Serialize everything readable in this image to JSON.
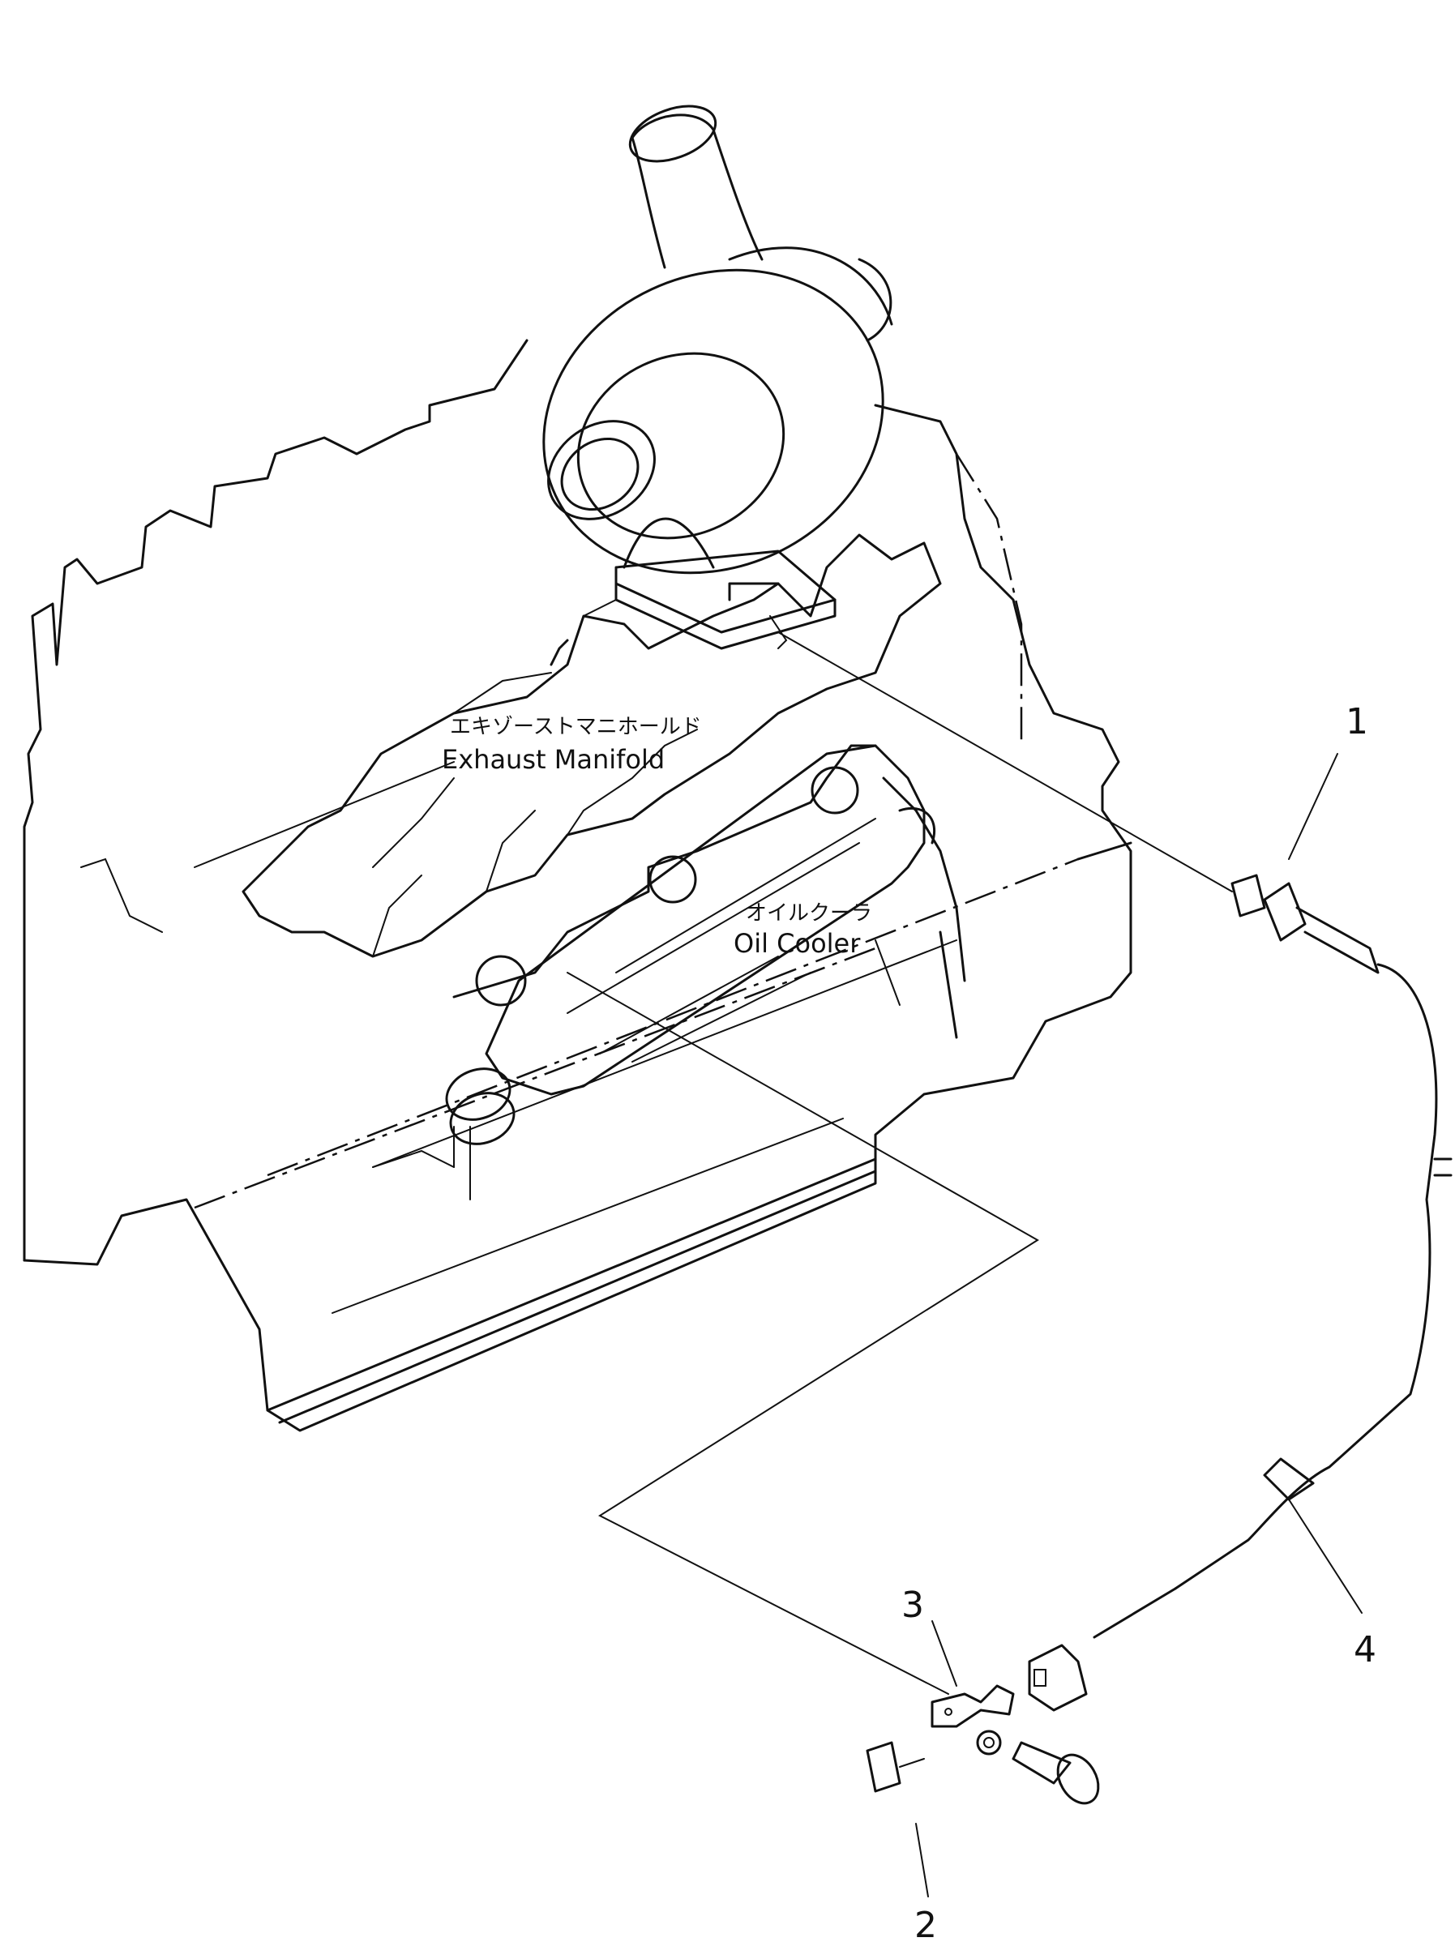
{
  "labels": {
    "exhaust_manifold_jp": "エキゾーストマニホールド",
    "exhaust_manifold_en": "Exhaust  Manifold",
    "oil_cooler_jp": "オイルクーラ",
    "oil_cooler_en": "Oil  Cooler"
  },
  "callouts": [
    "1",
    "2",
    "3",
    "4"
  ]
}
